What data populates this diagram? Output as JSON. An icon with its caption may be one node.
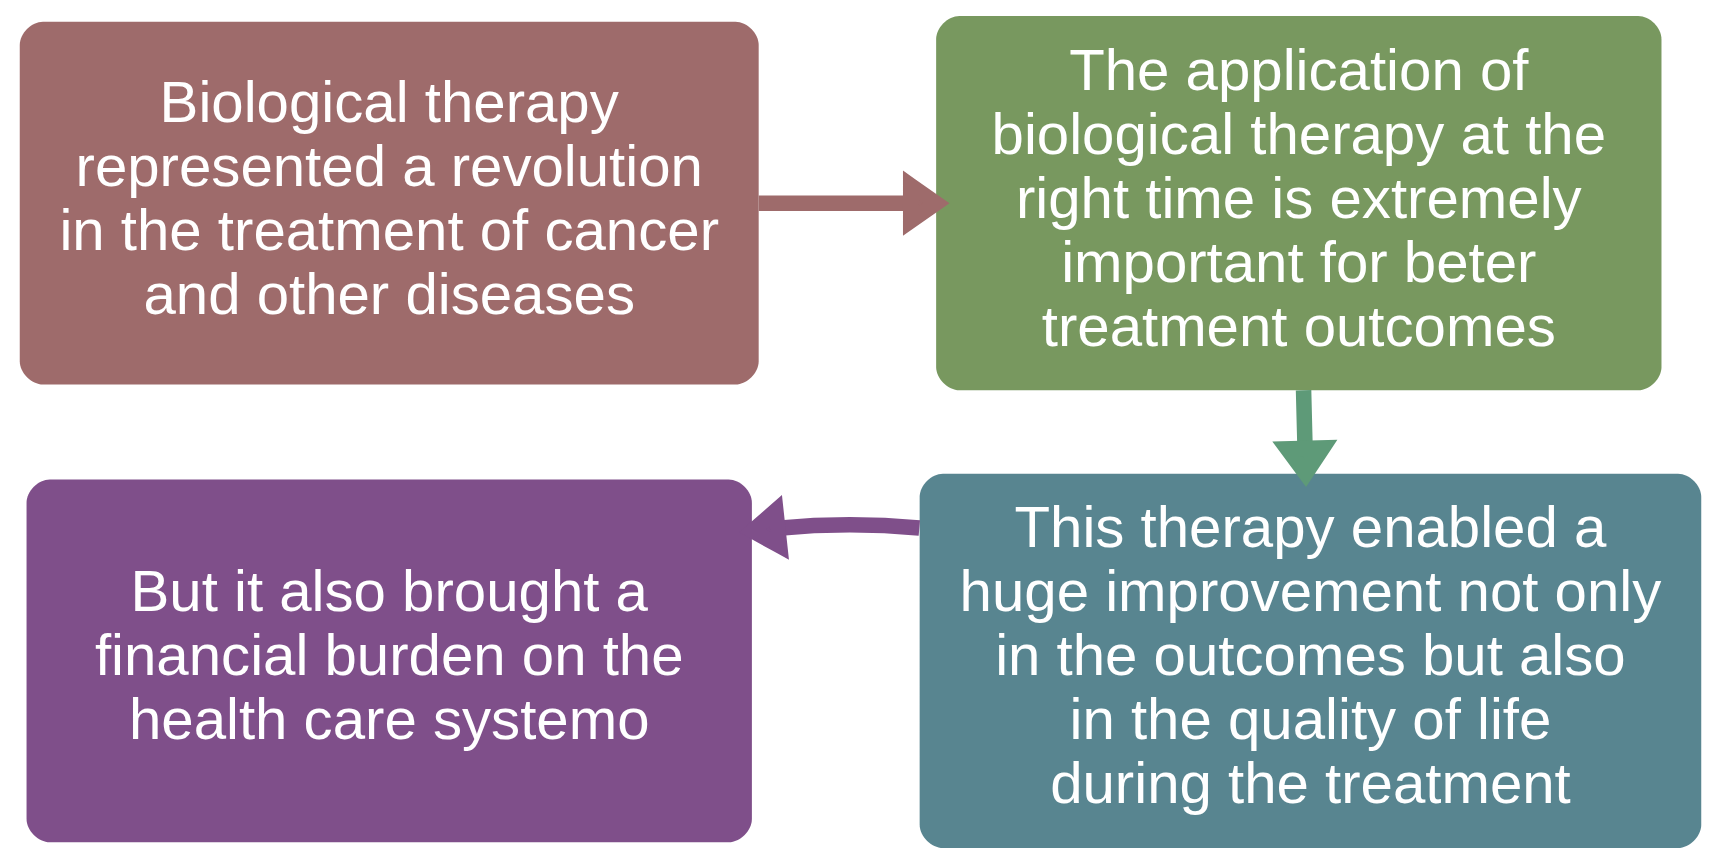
{
  "diagram": {
    "nodes": [
      {
        "text": [
          "Biological therapy represented a revolution in the treatment of cancer and other diseases"
        ]
      },
      {
        "text": [
          "The application of biological therapy at the right time is extremely important for beter treatment outcomes"
        ]
      },
      {
        "text": [
          "But it also brought a financial burden on the health care systemo"
        ]
      },
      {
        "text": [
          "This therapy enabled a huge improvement not only in the outcomes but also in the quality of life during the treatment"
        ]
      }
    ],
    "edges": [
      {
        "from": 0,
        "to": 1,
        "arrow": "to",
        "color": "#9e6b6b"
      },
      {
        "from": 1,
        "to": 3,
        "arrow": "to",
        "color": "#5e9a78"
      },
      {
        "from": 3,
        "to": 2,
        "arrow": "to",
        "color": "#7f4f8a"
      }
    ]
  }
}
